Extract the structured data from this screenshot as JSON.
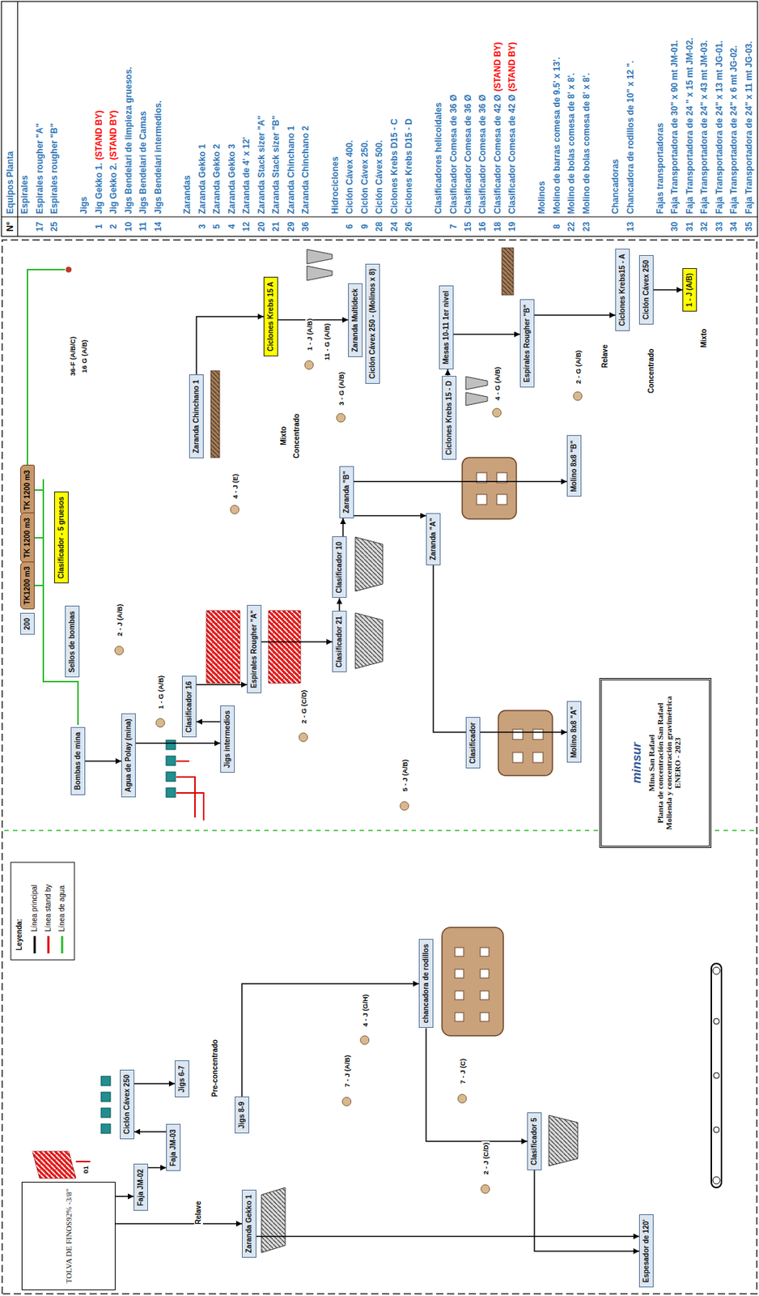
{
  "diagram": {
    "nodes": [
      {
        "text": [
          "TOLVA DE FINOS92% -3/8\""
        ]
      },
      {
        "text": [
          "Faja JM-02"
        ]
      },
      {
        "text": [
          "Faja JM-03"
        ]
      },
      {
        "text": [
          "Zaranda Gekko 1"
        ]
      },
      {
        "text": [
          "Ciclón Cávex 250"
        ]
      },
      {
        "text": [
          "Jigs 6-7"
        ]
      },
      {
        "text": [
          "Jigs 8-9"
        ]
      },
      {
        "text": [
          "chancadora de rodillos"
        ]
      },
      {
        "text": [
          "Clasificador 5"
        ]
      },
      {
        "text": [
          "Espesador de 120'"
        ]
      },
      {
        "text": [
          "Bombas de mina"
        ]
      },
      {
        "text": [
          "Agua de Polay (mina)"
        ]
      },
      {
        "text": [
          "Jigs intermedios"
        ]
      },
      {
        "text": [
          "Clasificador 16"
        ]
      },
      {
        "text": [
          "Espirales Rougher \"A\""
        ]
      },
      {
        "text": [
          "Clasificador 21"
        ]
      },
      {
        "text": [
          "Clasificador 10"
        ]
      },
      {
        "text": [
          "Zaranda \"B\""
        ]
      },
      {
        "text": [
          "Zaranda \"A\""
        ]
      },
      {
        "text": [
          "Zaranda Chinchano 1"
        ]
      },
      {
        "text": [
          "Ciclones Krebs 15 A"
        ]
      },
      {
        "text": [
          "Zaranda Multideck"
        ]
      },
      {
        "text": [
          "Ciclón Cávex 250 - (Molinos x 8)"
        ]
      },
      {
        "text": [
          "Ciclones Krebs 15 - D"
        ]
      },
      {
        "text": [
          "Mesas 10-11 1er nivel"
        ]
      },
      {
        "text": [
          "Espirales Rougher \"B\""
        ]
      },
      {
        "text": [
          "Ciclones Krebs15 - A"
        ]
      },
      {
        "text": [
          "Ciclón Cávex 250"
        ]
      },
      {
        "text": [
          "1 - J (A/B)"
        ]
      },
      {
        "text": [
          "Molino 8x8 \"B\""
        ]
      },
      {
        "text": [
          "Molino 8x8 \"A\""
        ]
      },
      {
        "text": [
          "Clasificador"
        ]
      },
      {
        "text": [
          "TK 1200 m3"
        ]
      },
      {
        "text": [
          "TK 1200 m3"
        ]
      },
      {
        "text": [
          "TK1200 m3"
        ]
      },
      {
        "text": [
          "Clasificador - 5 gruesos"
        ]
      },
      {
        "text": [
          "Sellos de bombas"
        ]
      },
      {
        "text": [
          "200"
        ]
      },
      {
        "text": [
          "minsur",
          "Mina San Rafael",
          "Planta de concentración San Rafael",
          "Molienda y concentración gravimétrica",
          "ENERO - 2023"
        ]
      }
    ],
    "edges": [
      {
        "from": 0,
        "to": 1,
        "arrow": "to"
      },
      {
        "from": 1,
        "to": 2,
        "arrow": "to"
      },
      {
        "from": 2,
        "to": 4,
        "arrow": "to"
      },
      {
        "from": 4,
        "to": 5,
        "arrow": "to"
      },
      {
        "from": 0,
        "to": 3,
        "arrow": "to"
      },
      {
        "from": 3,
        "to": 9,
        "arrow": "to"
      },
      {
        "from": 6,
        "to": 7,
        "arrow": "to"
      },
      {
        "from": 7,
        "to": 8,
        "arrow": "to"
      },
      {
        "from": 8,
        "to": 9,
        "arrow": "to"
      },
      {
        "from": 10,
        "to": 11,
        "arrow": "to"
      },
      {
        "from": 11,
        "to": 12,
        "arrow": "to"
      },
      {
        "from": 12,
        "to": 13,
        "arrow": "to"
      },
      {
        "from": 13,
        "to": 14,
        "arrow": "to"
      },
      {
        "from": 14,
        "to": 15,
        "arrow": "to"
      },
      {
        "from": 15,
        "to": 16,
        "arrow": "to"
      },
      {
        "from": 16,
        "to": 17,
        "arrow": "to"
      },
      {
        "from": 17,
        "to": 18,
        "arrow": "to"
      },
      {
        "from": 18,
        "to": 30,
        "arrow": "to"
      },
      {
        "from": 17,
        "to": 29,
        "arrow": "to"
      },
      {
        "from": 19,
        "to": 20,
        "arrow": "to"
      },
      {
        "from": 20,
        "to": 21,
        "arrow": "to"
      },
      {
        "from": 23,
        "to": 24,
        "arrow": "to"
      },
      {
        "from": 24,
        "to": 25,
        "arrow": "to"
      },
      {
        "from": 25,
        "to": 26,
        "arrow": "to"
      },
      {
        "from": 27,
        "to": 28,
        "arrow": "to"
      }
    ],
    "labels": [
      "01",
      "Leyenda:",
      "1 - G (A/B)",
      "2 - J (A/B)",
      "4 - J (E)",
      "2 - G (C/D)",
      "5 - J (A/B)",
      "7 - J (A/B)",
      "4 - J (G/H)",
      "7 - J (C)",
      "2 - J (C/D)",
      "1 - J (A/B)",
      "11 - G (A/B)",
      "3 - G (A/B)",
      "4 - G (A/B)",
      "2 - G (A/B)",
      "36-F (A/B/C)",
      "16 G (A/B)",
      "Pre-concentrado",
      "Relave",
      "Mixto",
      "Concentrado",
      "Relave",
      "Concentrado",
      "Mixto",
      "N°",
      "Equipos Planta",
      "Espirales",
      "17",
      "Espirales rougher \"A\"",
      "25",
      "Espirales rougher \"B\"",
      "Jigs",
      "1",
      "Jig Gekko 1.",
      "(STAND BY)",
      "2",
      "Jig Gekko 2.",
      "(STAND BY)",
      "10",
      "Jigs Bendelari de limpieza gruesos.",
      "11",
      "Jigs Bendelari de Camas",
      "14",
      "Jigs Bendelari intermedios.",
      "Zarandas",
      "3",
      "Zaranda Gekko 1",
      "5",
      "Zaranda Gekko 2",
      "4",
      "Zaranda Gekko 3",
      "12",
      "Zaranda de 4' x 12'",
      "20",
      "Zaranda Stack sizer \"A\"",
      "21",
      "Zaranda Stack sizer \"B\"",
      "29",
      "Zaranda Chinchano 1",
      "36",
      "Zaranda Chinchano 2",
      "Hidrociclones",
      "6",
      "Ciclón Cávex 400.",
      "9",
      "Ciclón Cávex 250.",
      "28",
      "Ciclón Cávex 500.",
      "24",
      "Ciclones Krebs D15 - C",
      "26",
      "Ciclones Krebs D15 - D",
      "Clasificadores helicoidales",
      "7",
      "Clasificador Comesa de 36 Ø",
      "15",
      "Clasificador Comesa de 36 Ø",
      "16",
      "Clasificador Comesa de 36 Ø",
      "18",
      "Clasificador Comesa de 42 Ø",
      "(STAND BY)",
      "19",
      "Clasificador Comesa de 42 Ø",
      "(STAND BY)",
      "Molinos",
      "8",
      "Molino de barras comesa de 9.5' x 13'.",
      "22",
      "Molino de bolas comesa de 8' x 8'.",
      "23",
      "Molino de bolas comesa de 8' x 8'.",
      "Chancadoras",
      "13",
      "Chancadora de rodillos de 10\" x 12 \".",
      "Fajas transportadoras",
      "30",
      "Faja Transportadora de 30\" x 90 mt JM-01.",
      "31",
      "Faja Transportadora de 24 \" x 15 mt JM-02.",
      "32",
      "Faja Transportadora de 24\" x 43 mt JM-03.",
      "33",
      "Faja Transportadora de 24\" x 13 mt JG-01.",
      "34",
      "Faja Transportadora de 24\" x 6 mt JG-02.",
      "35",
      "Faja Transportadora de 24\" x 11 mt JG-03."
    ],
    "legend": [
      {
        "text": "Línea principal"
      },
      {
        "text": "Línea stand by"
      },
      {
        "text": "Línea de agua"
      }
    ]
  }
}
